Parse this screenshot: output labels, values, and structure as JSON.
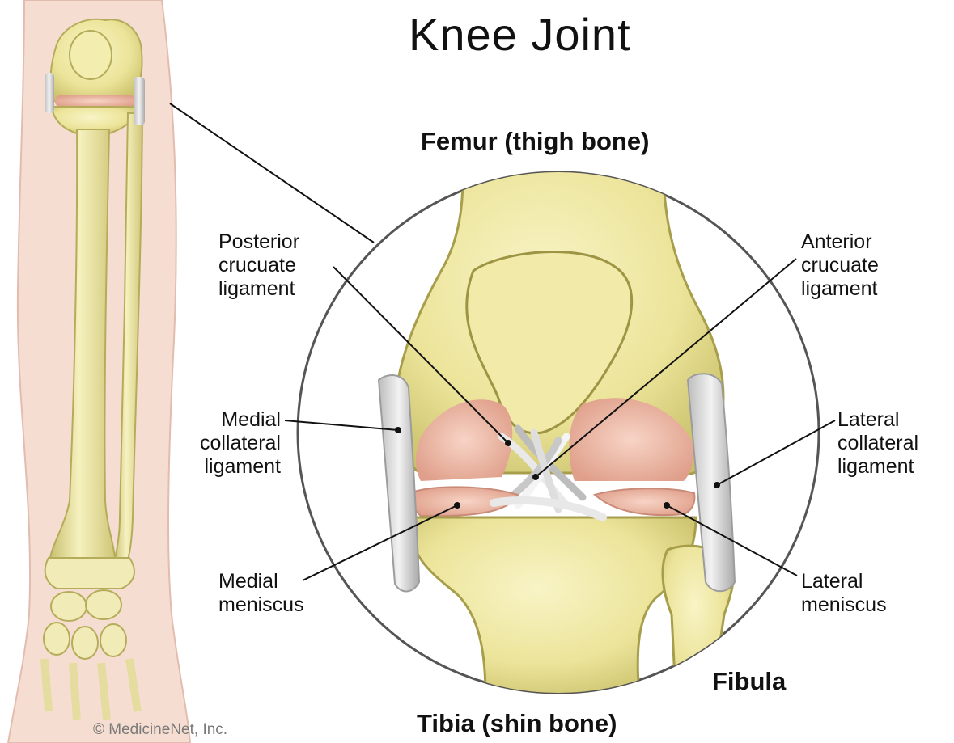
{
  "title": "Knee Joint",
  "labels": {
    "femur": "Femur (thigh bone)",
    "tibia": "Tibia (shin bone)",
    "fibula": "Fibula",
    "posterior_cruciate": "Posterior\ncrucuate\nligament",
    "anterior_cruciate": "Anterior\ncrucuate\nligament",
    "medial_collateral": "Medial\ncollateral\nligament",
    "lateral_collateral": "Lateral\ncollateral\nligament",
    "medial_meniscus": "Medial\nmeniscus",
    "lateral_meniscus": "Lateral\nmeniscus"
  },
  "copyright": "© MedicineNet, Inc.",
  "colors": {
    "skin": "#f6ddd2",
    "bone": "#efe9a6",
    "bone_shade": "#c9c06a",
    "cartilage": "#eab3a2",
    "ligament": "#d9d9d9",
    "leader": "#111111"
  }
}
